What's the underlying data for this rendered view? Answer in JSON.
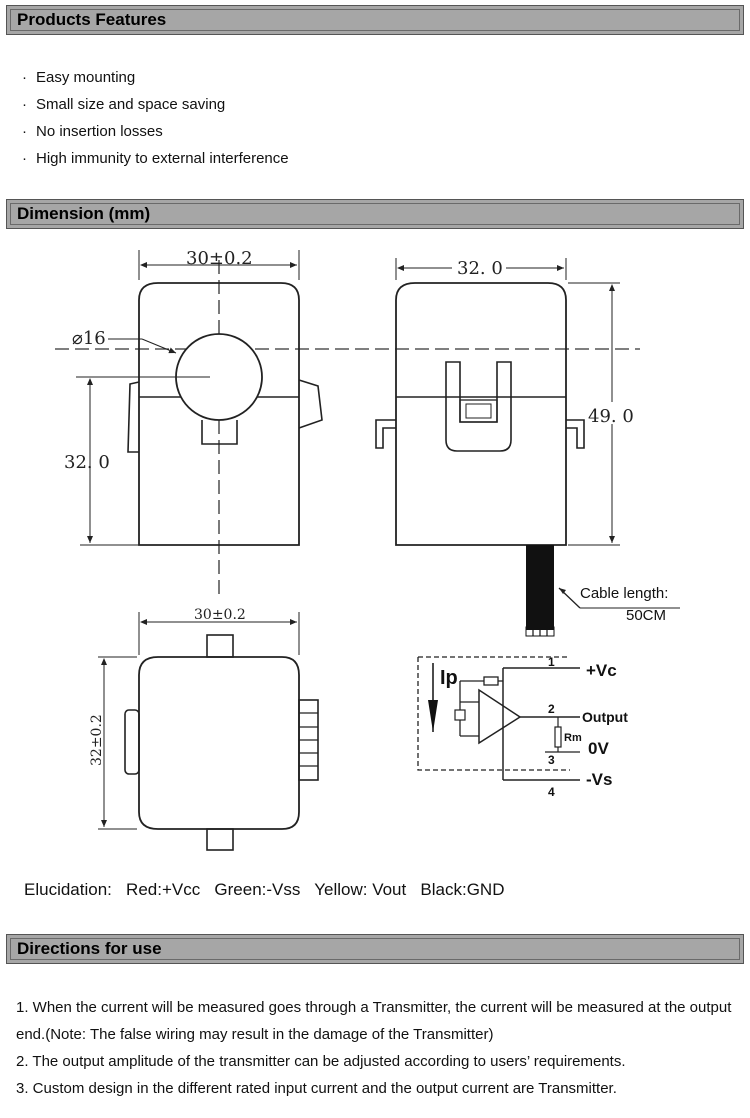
{
  "sections": {
    "features": {
      "title": "Products Features"
    },
    "dimension": {
      "title": "Dimension (mm)"
    },
    "directions": {
      "title": "Directions for use"
    }
  },
  "features": [
    "Easy mounting",
    "Small size and space saving",
    "No insertion losses",
    "High immunity to external interference"
  ],
  "diagram": {
    "front_width": "30±0.2",
    "side_width": "32. 0",
    "hole_diameter": "⌀16",
    "front_height": "32. 0",
    "side_height": "49. 0",
    "cable_label": "Cable length:",
    "cable_value": "50CM",
    "bottom_width": "30±0.2",
    "bottom_height": "32±0.2"
  },
  "circuit": {
    "ip": "Ip",
    "pin1": "1",
    "pin2": "2",
    "pin3": "3",
    "pin4": "4",
    "vc": "+Vc",
    "output": "Output",
    "rm": "Rm",
    "ov": "0V",
    "vs": "-Vs"
  },
  "elucidation": "Elucidation:   Red:+Vcc   Green:-Vss   Yellow: Vout   Black:GND",
  "directions": [
    "1. When the current will be measured goes through a Transmitter, the current will be measured at the output end.(Note: The false wiring may result in the damage of the Transmitter)",
    "2. The output amplitude of the transmitter can be adjusted according to users’ requirements.",
    "3. Custom design in the different rated input current and the output current are Transmitter."
  ]
}
